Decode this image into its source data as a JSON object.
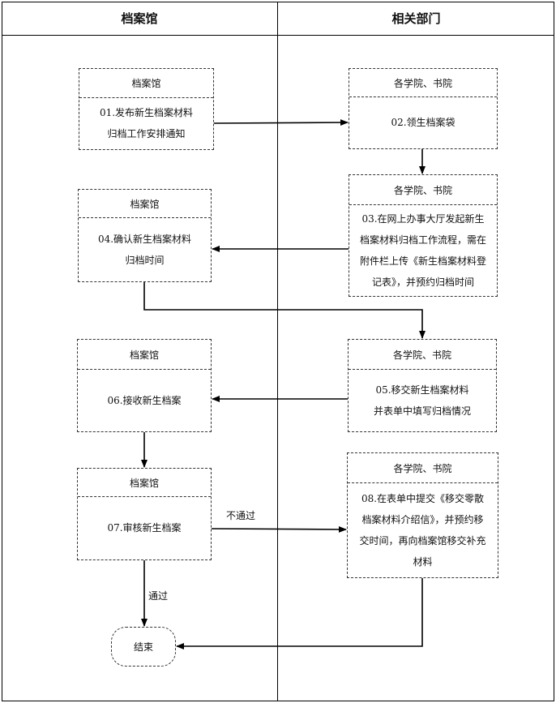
{
  "lanes": {
    "left": "档案馆",
    "right": "相关部门"
  },
  "nodes": {
    "n01": {
      "header": "档案馆",
      "text": "01.发布新生档案材料\n归档工作安排通知"
    },
    "n02": {
      "header": "各学院、书院",
      "text": "02.领生档案袋"
    },
    "n03": {
      "header": "各学院、书院",
      "text": "03.在网上办事大厅发起新生\n档案材料归档工作流程，需在\n附件栏上传《新生档案材料登\n记表》，并预约归档时间"
    },
    "n04": {
      "header": "档案馆",
      "text": "04.确认新生档案材料\n归档时间"
    },
    "n05": {
      "header": "各学院、书院",
      "text": "05.移交新生档案材料\n并表单中填写归档情况"
    },
    "n06": {
      "header": "档案馆",
      "text": "06.接收新生档案"
    },
    "n07": {
      "header": "档案馆",
      "text": "07.审核新生档案"
    },
    "n08": {
      "header": "各学院、书院",
      "text": "08.在表单中提交《移交零散\n档案材料介绍信》，并预约移\n交时间，再向档案馆移交补充\n材料"
    },
    "end": {
      "text": "结束"
    }
  },
  "edge_labels": {
    "fail": "不通过",
    "pass": "通过"
  }
}
